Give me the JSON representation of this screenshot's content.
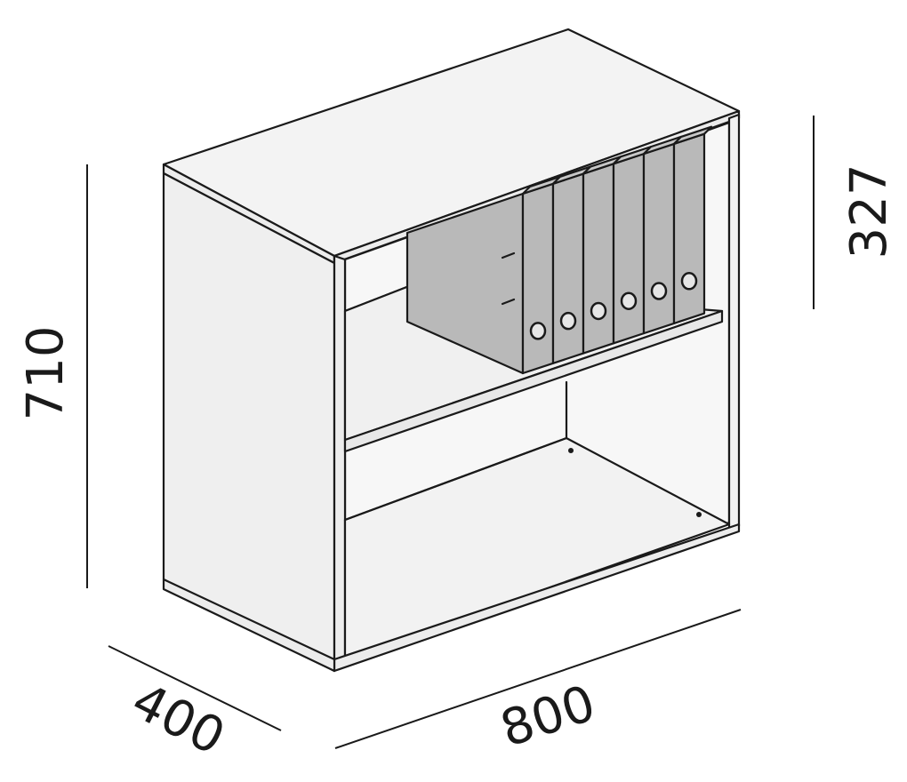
{
  "dimensions": {
    "height_total": "710",
    "height_upper": "327",
    "depth": "400",
    "width": "800"
  },
  "colors": {
    "panel": "#f3f3f3",
    "panel_side": "#efefef",
    "interior": "#f7f7f7",
    "edge": "#1a1a1a",
    "binder": "#b9b9b9",
    "binder_light": "#c8c8c8",
    "binder_dark": "#8f8f8f"
  },
  "binders_count": 6
}
